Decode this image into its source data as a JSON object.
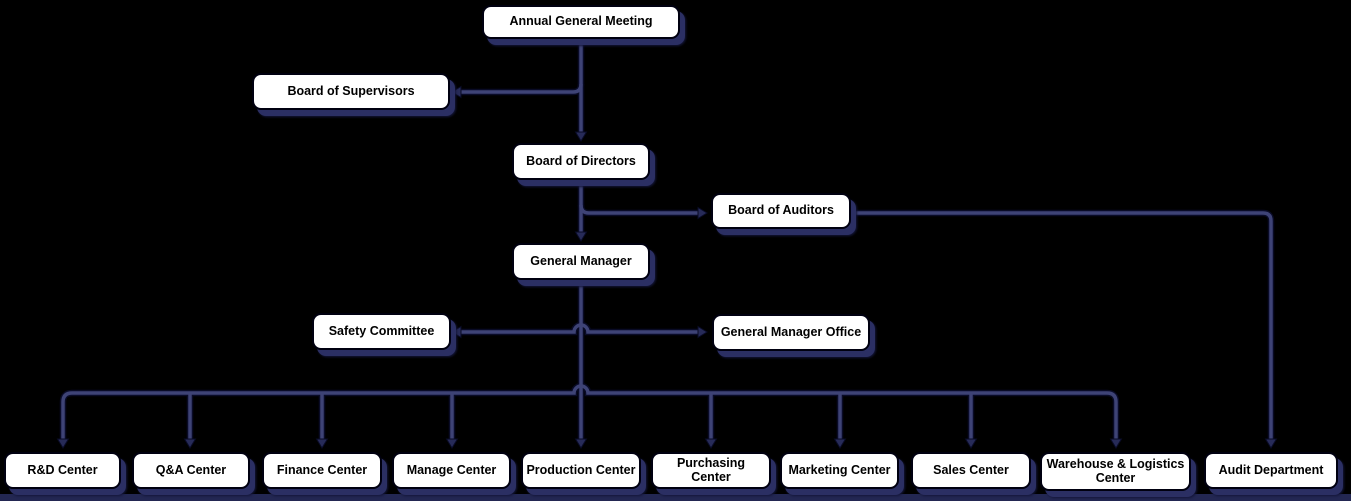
{
  "colors": {
    "background": "#000000",
    "node_fill": "#ffffff",
    "node_border": "#000010",
    "node_shadow": "#2b2f63",
    "connector": "#3e4376",
    "connector_outline": "#090b26",
    "text": "#000000"
  },
  "nodes": [
    {
      "id": "annual-general-meeting",
      "label": "Annual General Meeting"
    },
    {
      "id": "board-of-supervisors",
      "label": "Board of Supervisors"
    },
    {
      "id": "board-of-directors",
      "label": "Board of Directors"
    },
    {
      "id": "board-of-auditors",
      "label": "Board of Auditors"
    },
    {
      "id": "general-manager",
      "label": "General Manager"
    },
    {
      "id": "safety-committee",
      "label": "Safety Committee"
    },
    {
      "id": "general-manager-office",
      "label": "General Manager Office"
    },
    {
      "id": "rd-center",
      "label": "R&D Center"
    },
    {
      "id": "qa-center",
      "label": "Q&A Center"
    },
    {
      "id": "finance-center",
      "label": "Finance Center"
    },
    {
      "id": "manage-center",
      "label": "Manage Center"
    },
    {
      "id": "production-center",
      "label": "Production Center"
    },
    {
      "id": "purchasing-center",
      "label": "Purchasing Center"
    },
    {
      "id": "marketing-center",
      "label": "Marketing Center"
    },
    {
      "id": "sales-center",
      "label": "Sales Center"
    },
    {
      "id": "warehouse-logistics-center",
      "label": "Warehouse & Logistics Center"
    },
    {
      "id": "audit-department",
      "label": "Audit Department"
    }
  ],
  "edges": [
    {
      "from": "annual-general-meeting",
      "to": "board-of-supervisors"
    },
    {
      "from": "annual-general-meeting",
      "to": "board-of-directors"
    },
    {
      "from": "board-of-directors",
      "to": "board-of-auditors"
    },
    {
      "from": "board-of-directors",
      "to": "general-manager"
    },
    {
      "from": "board-of-auditors",
      "to": "audit-department"
    },
    {
      "from": "general-manager",
      "to": "safety-committee"
    },
    {
      "from": "general-manager",
      "to": "general-manager-office"
    },
    {
      "from": "general-manager",
      "to": "rd-center"
    },
    {
      "from": "general-manager",
      "to": "qa-center"
    },
    {
      "from": "general-manager",
      "to": "finance-center"
    },
    {
      "from": "general-manager",
      "to": "manage-center"
    },
    {
      "from": "general-manager",
      "to": "production-center"
    },
    {
      "from": "general-manager",
      "to": "purchasing-center"
    },
    {
      "from": "general-manager",
      "to": "marketing-center"
    },
    {
      "from": "general-manager",
      "to": "sales-center"
    },
    {
      "from": "general-manager",
      "to": "warehouse-logistics-center"
    }
  ]
}
